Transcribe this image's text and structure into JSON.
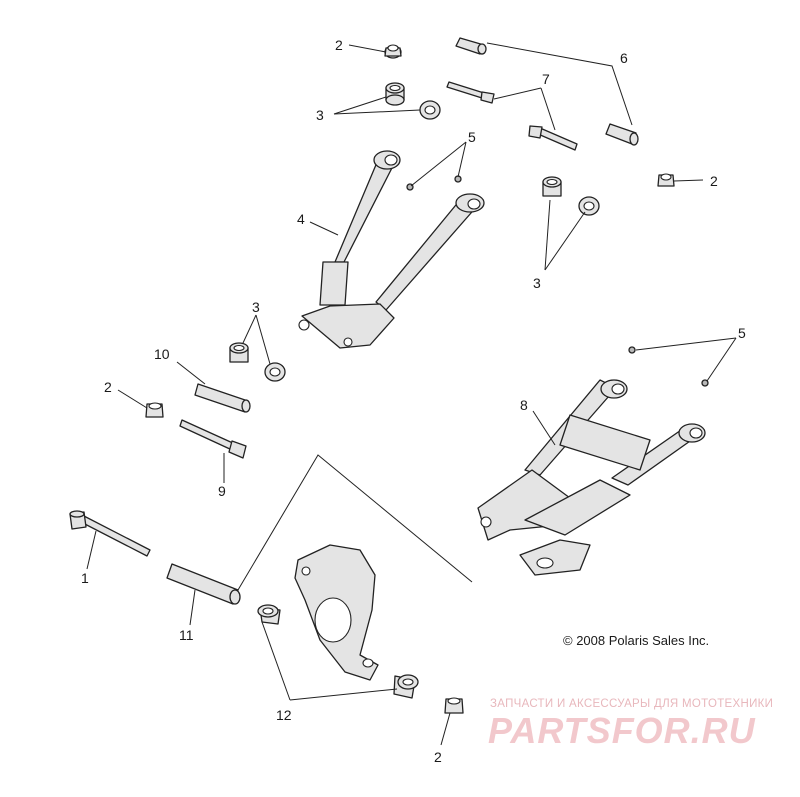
{
  "diagram": {
    "callouts": {
      "c1": "1",
      "c2a": "2",
      "c2b": "2",
      "c2c": "2",
      "c2d": "2",
      "c3a": "3",
      "c3b": "3",
      "c3c": "3",
      "c4": "4",
      "c5a": "5",
      "c5b": "5",
      "c6": "6",
      "c7": "7",
      "c8": "8",
      "c9": "9",
      "c10": "10",
      "c11": "11",
      "c12": "12"
    },
    "copyright": "© 2008 Polaris Sales Inc."
  },
  "watermark": {
    "tagline": "ЗАПЧАСТИ И АКСЕССУАРЫ ДЛЯ МОТОТЕХНИКИ",
    "logo": "PARTSFOR.RU"
  }
}
